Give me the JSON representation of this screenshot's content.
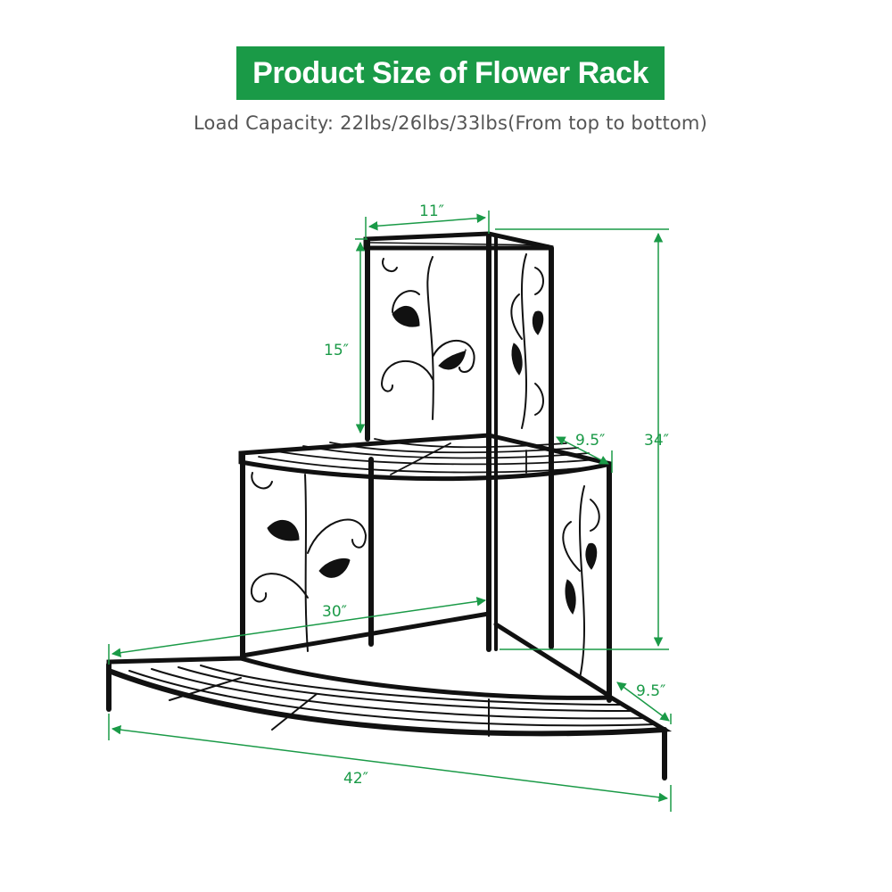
{
  "header": {
    "title": "Product Size of Flower Rack",
    "subtitle": "Load Capacity: 22lbs/26lbs/33lbs(From top to bottom)"
  },
  "colors": {
    "banner_bg": "#1a9a47",
    "banner_text": "#ffffff",
    "subtitle_text": "#555555",
    "dimension_line": "#1a9a47",
    "rack_metal": "#111111"
  },
  "product": {
    "name": "3-tier corner flower rack",
    "tiers": 3,
    "load_capacity": [
      "22lbs",
      "26lbs",
      "33lbs"
    ],
    "load_order": "From top to bottom"
  },
  "dimensions": {
    "top_width": "11″",
    "top_tier_height": "15″",
    "total_height": "34″",
    "middle_depth": "9.5″",
    "middle_width": "30″",
    "bottom_depth": "9.5″",
    "bottom_width": "42″"
  }
}
